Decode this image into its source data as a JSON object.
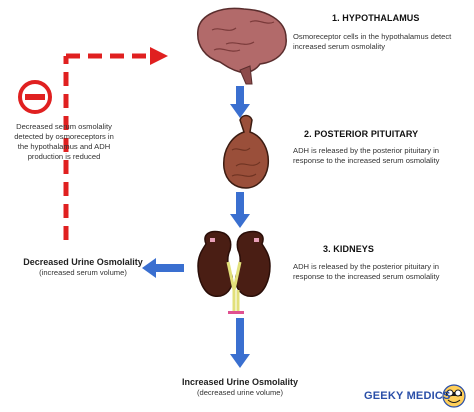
{
  "steps": [
    {
      "title": "1.  HYPOTHALAMUS",
      "description": "Osmoreceptor cells in the hypothalamus detect increased serum osmolality"
    },
    {
      "title": "2.  POSTERIOR PITUITARY",
      "description": "ADH is released by the posterior pituitary in response to the increased serum osmolality"
    },
    {
      "title": "3.  KIDNEYS",
      "description": "ADH is released by the posterior pituitary in response to the increased serum osmolality"
    }
  ],
  "feedback": {
    "text": "Decreased serum osmolality detected by osmoreceptors in the hypothalamus and ADH production is reduced",
    "symbol": "minus-circle-icon"
  },
  "left_outcome": {
    "title": "Decreased Urine Osmolality",
    "subtitle": "(increased serum volume)"
  },
  "bottom_outcome": {
    "title": "Increased Urine Osmolality",
    "subtitle": "(decreased urine volume)"
  },
  "logo": {
    "text": "GEEKY MEDICS"
  },
  "colors": {
    "arrow_blue": "#3a6fd0",
    "feedback_red": "#e02020",
    "brain": "#b26a6a",
    "pituitary": "#9a4f3a",
    "kidney": "#4a1e14",
    "ureter": "#e2e07a",
    "logo_blue": "#2a4fa8"
  }
}
